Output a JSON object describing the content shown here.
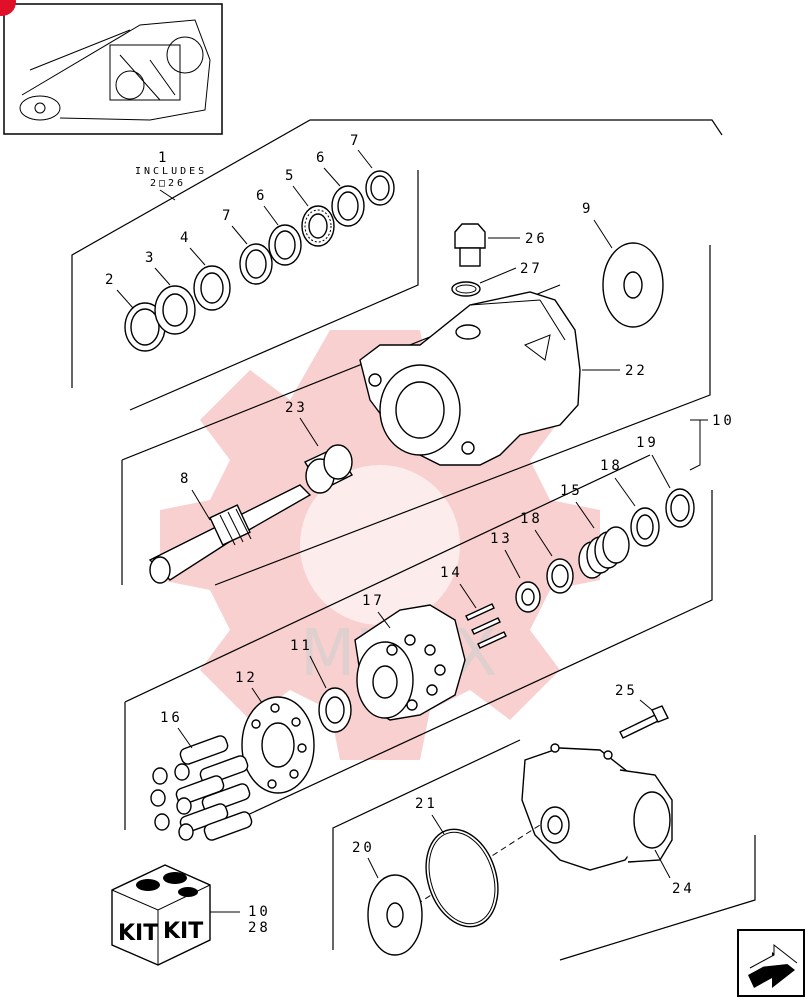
{
  "labels": {
    "p1": "1",
    "includes": "INCLUDES",
    "range": "2□26",
    "p2": "2",
    "p3": "3",
    "p4": "4",
    "p5": "5",
    "p6a": "6",
    "p6b": "6",
    "p7a": "7",
    "p7b": "7",
    "p8": "8",
    "p9": "9",
    "p10": "10",
    "p11": "11",
    "p12": "12",
    "p13": "13",
    "p14": "14",
    "p15": "15",
    "p16": "16",
    "p17": "17",
    "p18a": "18",
    "p18b": "18",
    "p19": "19",
    "p20": "20",
    "p21": "21",
    "p22": "22",
    "p23": "23",
    "p24": "24",
    "p25": "25",
    "p26": "26",
    "p27": "27",
    "kit_num_top": "10",
    "kit_num_bottom": "28"
  },
  "kit": {
    "left": "KIT",
    "right": "KIT"
  },
  "watermark": {
    "text": "MITEX"
  },
  "colors": {
    "watermark": "#f3a9a9",
    "ink": "#000000",
    "badge": "#e0102a"
  },
  "icons": {
    "nav": "next-page-arrow-icon",
    "overview": "overview-thumbnail",
    "watermark": "gear-logo-watermark"
  }
}
